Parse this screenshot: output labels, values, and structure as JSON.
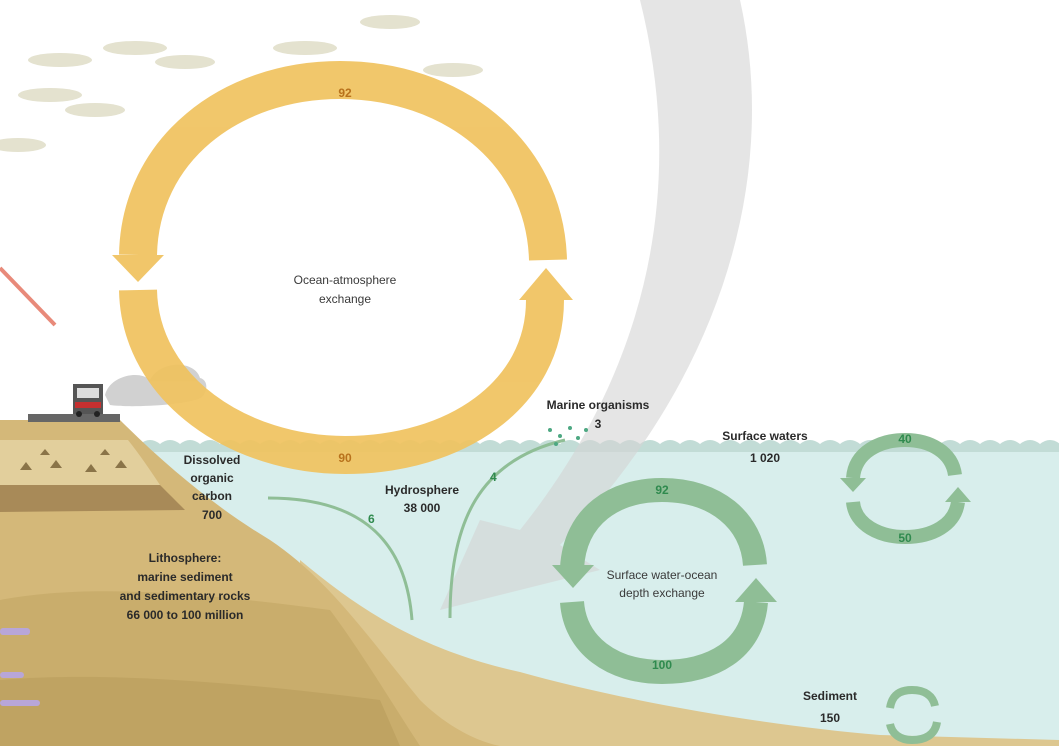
{
  "colors": {
    "orange_cycle": "#f0c25e",
    "green_cycle": "#8fbe96",
    "ocean": "#d8eeec",
    "land": "#d8bf86",
    "grey_arrow": "#d9d9d9"
  },
  "atmosphere_cycle": {
    "label_line1": "Ocean-atmosphere",
    "label_line2": "exchange",
    "top_value": "92",
    "bottom_value": "90"
  },
  "marine_organisms": {
    "label": "Marine organisms",
    "value": "3"
  },
  "surface_waters": {
    "label": "Surface waters",
    "value": "1 020",
    "cycle_top": "40",
    "cycle_bottom": "50"
  },
  "dissolved_organic_carbon": {
    "line1": "Dissolved",
    "line2": "organic",
    "line3": "carbon",
    "value": "700",
    "flow": "6"
  },
  "hydrosphere": {
    "label": "Hydrosphere",
    "value": "38 000",
    "flow": "4"
  },
  "lithosphere": {
    "line1": "Lithosphere:",
    "line2": "marine sediment",
    "line3": "and sedimentary rocks",
    "line4": "66 000 to 100 million"
  },
  "depth_cycle": {
    "label_line1": "Surface water-ocean",
    "label_line2": "depth exchange",
    "top_value": "92",
    "bottom_value": "100"
  },
  "sediment": {
    "label": "Sediment",
    "value": "150"
  },
  "icons": [
    "cloud-icon",
    "truck-icon",
    "smoke-icon",
    "bubbles-icon"
  ]
}
